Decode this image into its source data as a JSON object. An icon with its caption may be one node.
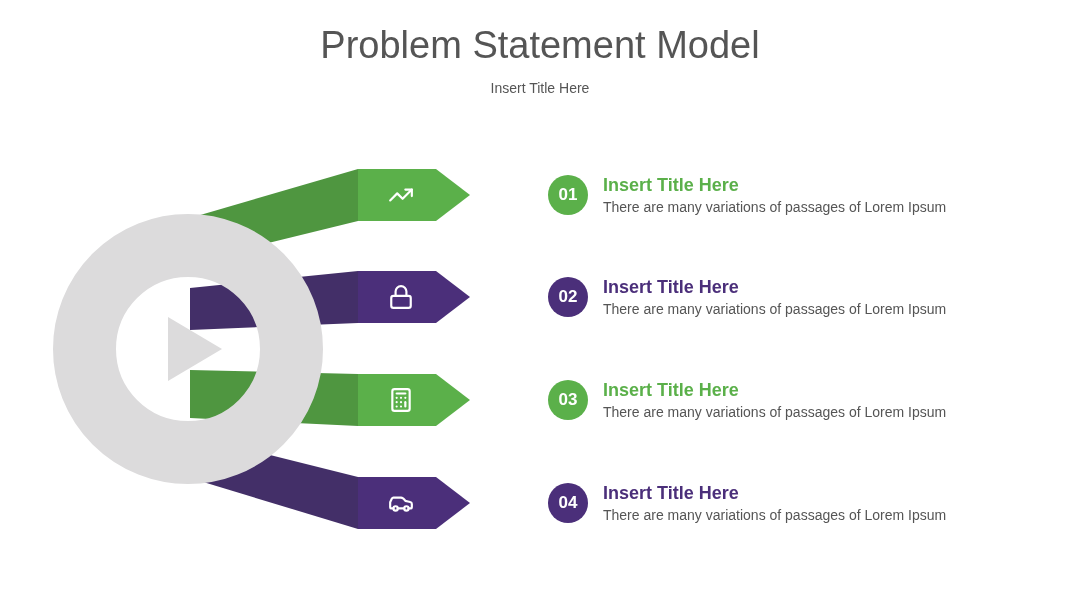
{
  "diagram": {
    "title": "Problem Statement Model",
    "caption": "Insert Title Here",
    "nodes": [
      {
        "text": [
          "01"
        ],
        "beside": [
          "Insert Title Here",
          "There are many variations of passages of Lorem Ipsum"
        ]
      },
      {
        "text": [
          "02"
        ],
        "beside": [
          "Insert Title Here",
          "There are many variations of passages of Lorem Ipsum"
        ]
      },
      {
        "text": [
          "03"
        ],
        "beside": [
          "Insert Title Here",
          "There are many variations of passages of Lorem Ipsum"
        ]
      },
      {
        "text": [
          "04"
        ],
        "beside": [
          "Insert Title Here",
          "There are many variations of passages of Lorem Ipsum"
        ]
      }
    ]
  }
}
